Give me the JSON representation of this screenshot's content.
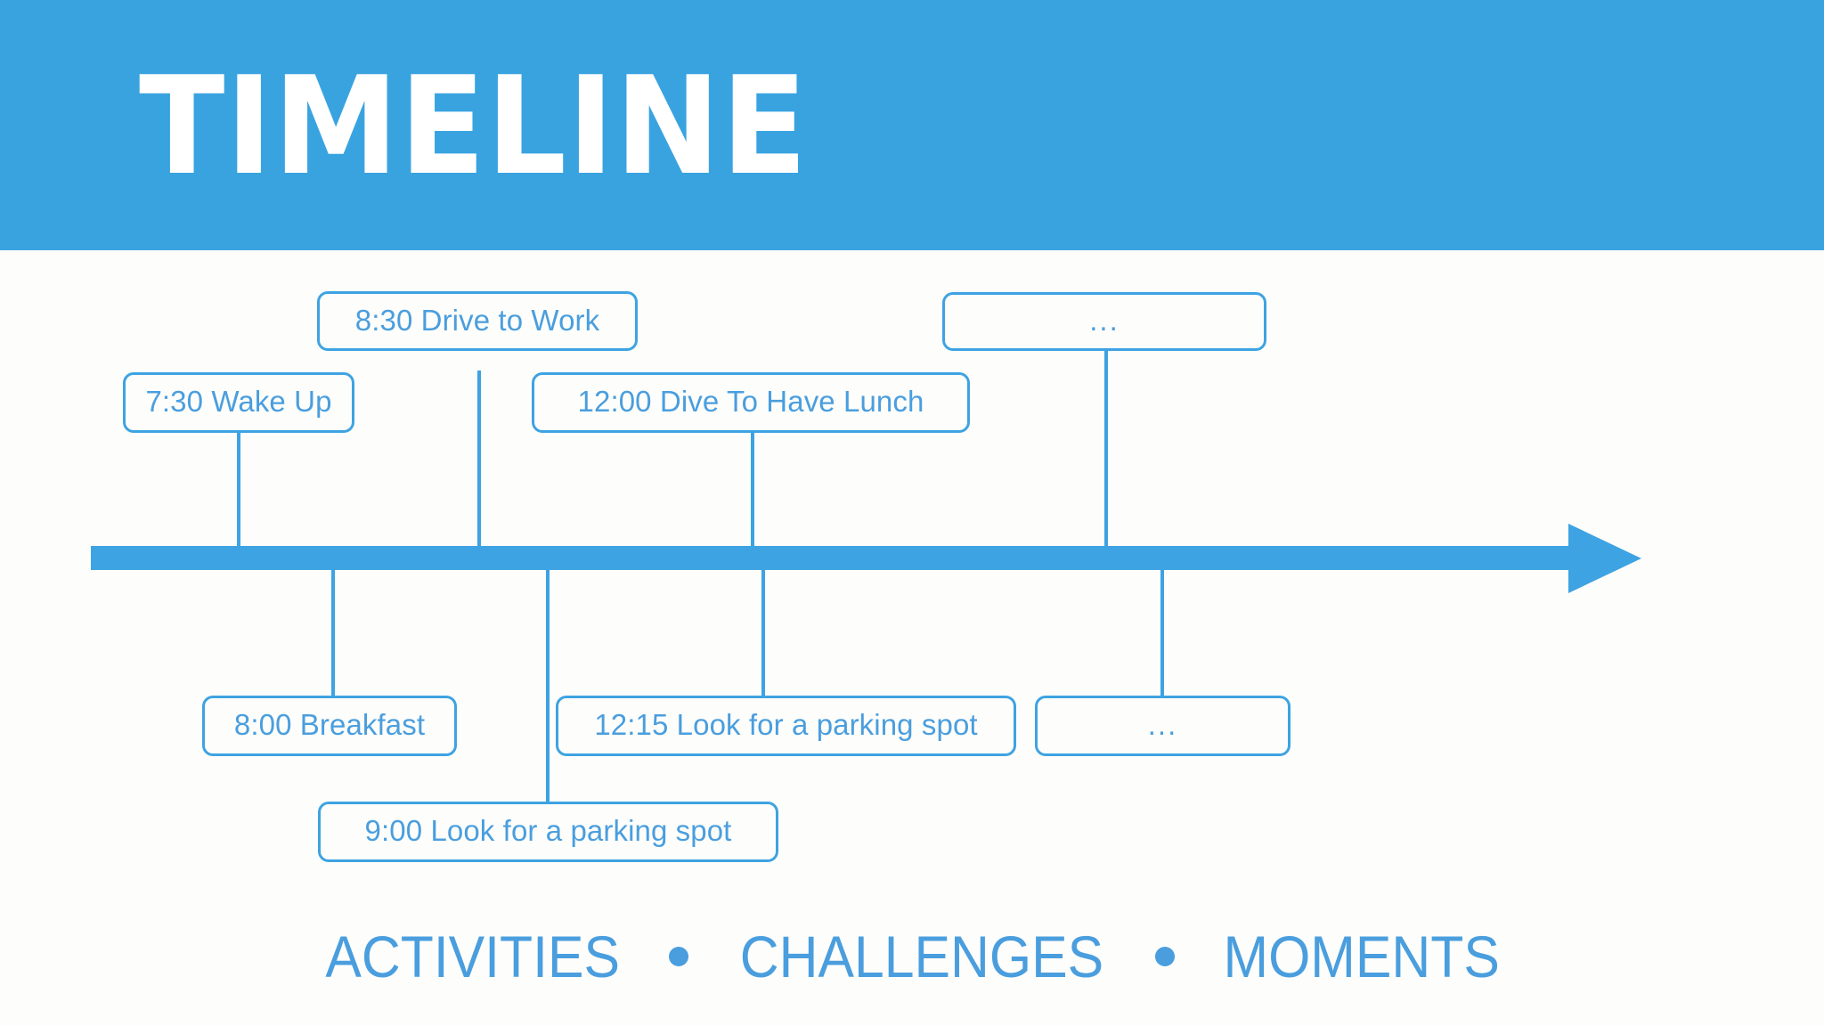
{
  "header": {
    "title": "TIMELINE",
    "band_color": "#39a3e0",
    "title_color": "#ffffff"
  },
  "theme": {
    "accent": "#3ea3e2",
    "text_blue": "#4a9ede",
    "background": "#fdfdfb",
    "box_fill": "#fdfdfb"
  },
  "axis": {
    "name": "timeline-axis",
    "direction": "left-to-right",
    "arrowhead": "arrow-right-icon",
    "color": "#3ea3e2"
  },
  "chart_data": {
    "type": "timeline",
    "title": "TIMELINE",
    "orientation": "horizontal",
    "axis_direction": "right",
    "events": [
      {
        "time": "7:30",
        "activity": "Wake Up",
        "label": "7:30 Wake Up",
        "side": "above"
      },
      {
        "time": "8:00",
        "activity": "Breakfast",
        "label": "8:00 Breakfast",
        "side": "below"
      },
      {
        "time": "8:30",
        "activity": "Drive to Work",
        "label": "8:30 Drive to Work",
        "side": "above"
      },
      {
        "time": "9:00",
        "activity": "Look for a parking spot",
        "label": "9:00 Look for a parking spot",
        "side": "below"
      },
      {
        "time": "12:00",
        "activity": "Dive To Have Lunch",
        "label": "12:00 Dive To Have Lunch",
        "side": "above"
      },
      {
        "time": "12:15",
        "activity": "Look for a parking spot",
        "label": "12:15 Look for a parking spot",
        "side": "below"
      },
      {
        "time": "",
        "activity": "...",
        "label": "...",
        "side": "below"
      },
      {
        "time": "",
        "activity": "...",
        "label": "...",
        "side": "above"
      }
    ]
  },
  "boxes": {
    "wake_up": {
      "label": "7:30 Wake Up"
    },
    "drive_to_work": {
      "label": "8:30 Drive to Work"
    },
    "lunch": {
      "label": "12:00 Dive To Have Lunch"
    },
    "top_more": {
      "label": "..."
    },
    "breakfast": {
      "label": "8:00 Breakfast"
    },
    "parking_9": {
      "label": "9:00 Look for a parking spot"
    },
    "parking_1215": {
      "label": "12:15 Look for a parking spot"
    },
    "bottom_more": {
      "label": "..."
    }
  },
  "footer": {
    "words": [
      "ACTIVITIES",
      "CHALLENGES",
      "MOMENTS"
    ],
    "separator": "bullet",
    "full_text": "ACTIVITIES • CHALLENGES • MOMENTS",
    "color": "#4a9ede"
  }
}
